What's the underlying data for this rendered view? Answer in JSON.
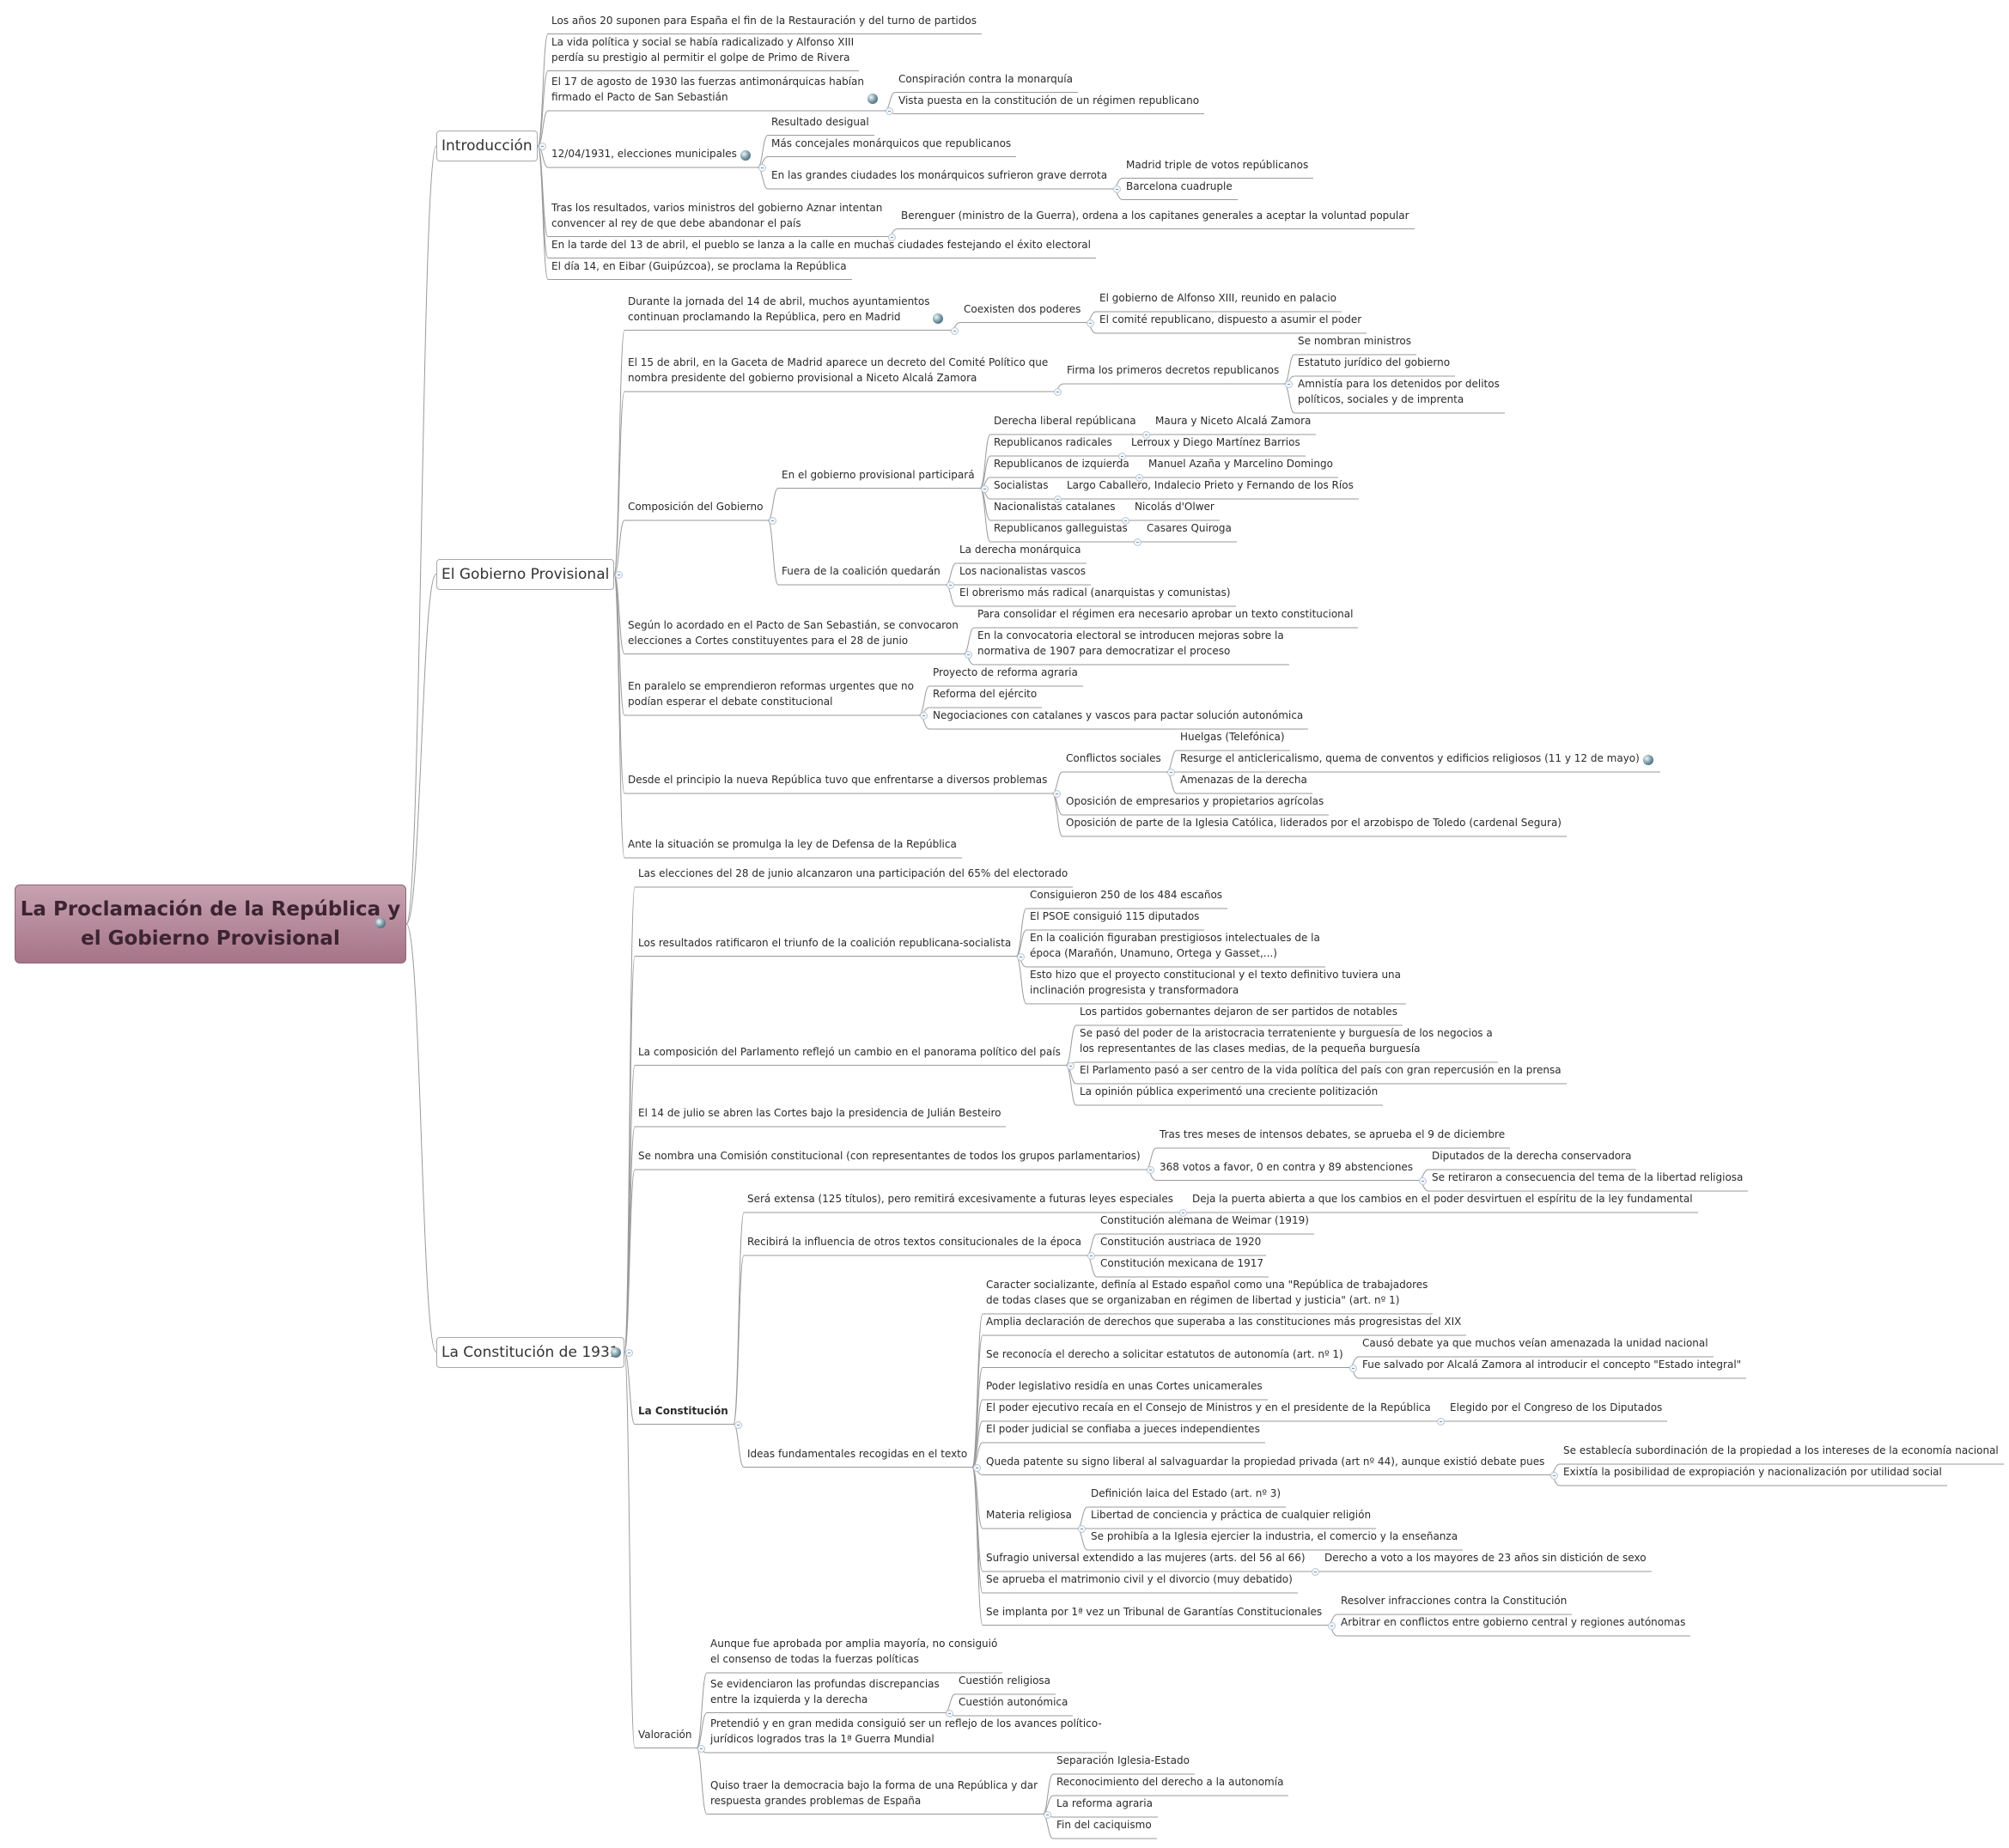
{
  "map": {
    "root": {
      "line1": "La Proclamación de la República y",
      "line2": "el Gobierno Provisional",
      "marker": "globe-marker-icon"
    },
    "colors": {
      "line": "#9a9a9a",
      "root_fill": "#b58899",
      "branch_border": "#a9a9a9",
      "toggle": "#b9c8d8"
    },
    "branches": [
      {
        "label": "Introducción",
        "children": [
          {
            "text": "Los años 20 suponen para España el fin de la Restauración y del turno de partidos"
          },
          {
            "text": "La vida política y social se había radicalizado y Alfonso XIII\nperdía su prestigio al permitir el golpe de Primo de Rivera"
          },
          {
            "text": "El 17 de agosto de 1930 las fuerzas antimonárquicas habían\nfirmado el Pacto de San Sebastián",
            "marker": true,
            "children": [
              {
                "text": "Conspiración contra la monarquía"
              },
              {
                "text": "Vista puesta en la constitución de un régimen republicano"
              }
            ]
          },
          {
            "text": "12/04/1931, elecciones municipales",
            "marker": true,
            "children": [
              {
                "text": "Resultado desigual"
              },
              {
                "text": "Más concejales monárquicos que republicanos"
              },
              {
                "text": "En las grandes ciudades los monárquicos sufrieron grave derrota",
                "children": [
                  {
                    "text": "Madrid triple de votos repúblicanos"
                  },
                  {
                    "text": "Barcelona cuadruple"
                  }
                ]
              }
            ]
          },
          {
            "text": "Tras los resultados, varios ministros del gobierno Aznar intentan\nconvencer al rey de que debe abandonar el país",
            "children": [
              {
                "text": "Berenguer (ministro de la Guerra), ordena a los capitanes generales a aceptar la voluntad popular"
              }
            ]
          },
          {
            "text": "En la tarde del 13 de abril, el pueblo se lanza a la calle en muchas ciudades festejando el éxito electoral"
          },
          {
            "text": "El día 14, en Eibar (Guipúzcoa), se proclama la República"
          }
        ]
      },
      {
        "label": "El Gobierno Provisional",
        "children": [
          {
            "text": "Durante la jornada del 14 de abril, muchos ayuntamientos\ncontinuan proclamando la República, pero en Madrid",
            "marker": true,
            "children": [
              {
                "text": "Coexisten dos poderes",
                "children": [
                  {
                    "text": "El gobierno de Alfonso XIII, reunido en palacio"
                  },
                  {
                    "text": "El comité republicano, dispuesto a asumir el poder"
                  }
                ]
              }
            ]
          },
          {
            "text": "El 15 de abril, en la Gaceta de Madrid aparece un decreto del Comité Político que\nnombra presidente del gobierno provisional a Niceto Alcalá Zamora",
            "children": [
              {
                "text": "Firma los primeros decretos republicanos",
                "children": [
                  {
                    "text": "Se nombran ministros"
                  },
                  {
                    "text": "Estatuto jurídico del gobierno"
                  },
                  {
                    "text": "Amnistía para los detenidos por delitos\npolíticos, sociales y de imprenta"
                  }
                ]
              }
            ]
          },
          {
            "text": "Composición del Gobierno",
            "children": [
              {
                "text": "En el gobierno provisional participará",
                "children": [
                  {
                    "text": "Derecha liberal repúblicana",
                    "children": [
                      {
                        "text": "Maura y Niceto Alcalá Zamora"
                      }
                    ]
                  },
                  {
                    "text": "Republicanos radicales",
                    "children": [
                      {
                        "text": "Lerroux y Diego Martínez Barrios"
                      }
                    ]
                  },
                  {
                    "text": "Republicanos de izquierda",
                    "children": [
                      {
                        "text": "Manuel Azaña y Marcelino Domingo"
                      }
                    ]
                  },
                  {
                    "text": "Socialistas",
                    "children": [
                      {
                        "text": "Largo Caballero, Indalecio Prieto y Fernando de los Ríos"
                      }
                    ]
                  },
                  {
                    "text": "Nacionalistas catalanes",
                    "children": [
                      {
                        "text": "Nicolás d'Olwer"
                      }
                    ]
                  },
                  {
                    "text": "Republicanos galleguistas",
                    "children": [
                      {
                        "text": "Casares Quiroga"
                      }
                    ]
                  }
                ]
              },
              {
                "text": "Fuera de la coalición quedarán",
                "children": [
                  {
                    "text": "La derecha monárquica"
                  },
                  {
                    "text": "Los nacionalistas vascos"
                  },
                  {
                    "text": "El obrerismo más radical (anarquistas y comunistas)"
                  }
                ]
              }
            ]
          },
          {
            "text": "Según lo acordado en el Pacto de San Sebastián, se convocaron\nelecciones a Cortes constituyentes para el 28 de junio",
            "children": [
              {
                "text": "Para consolidar el régimen era necesario aprobar un texto constitucional"
              },
              {
                "text": "En la convocatoria electoral se introducen mejoras sobre la\nnormativa de 1907 para democratizar el proceso"
              }
            ]
          },
          {
            "text": "En paralelo se emprendieron reformas urgentes  que no\npodían esperar el debate constitucional",
            "children": [
              {
                "text": "Proyecto de reforma agraria"
              },
              {
                "text": "Reforma del ejército"
              },
              {
                "text": "Negociaciones con catalanes y vascos para pactar solución autonómica"
              }
            ]
          },
          {
            "text": "Desde el principio la nueva República tuvo que enfrentarse a diversos problemas",
            "children": [
              {
                "text": "Conflictos sociales",
                "children": [
                  {
                    "text": "Huelgas (Telefónica)"
                  },
                  {
                    "text": "Resurge el anticlericalismo, quema de conventos y edificios religiosos (11 y 12 de mayo)",
                    "marker": true
                  },
                  {
                    "text": "Amenazas de la derecha"
                  }
                ]
              },
              {
                "text": "Oposición de empresarios y propietarios agrícolas"
              },
              {
                "text": "Oposición de parte de la Iglesia Católica, liderados por el arzobispo de Toledo (cardenal Segura)"
              }
            ]
          },
          {
            "text": "Ante la situación se promulga la ley de Defensa de la República"
          }
        ]
      },
      {
        "label": "La Constitución de 1931",
        "children": [
          {
            "text": "Las elecciones del 28 de junio alcanzaron una participación del 65% del electorado"
          },
          {
            "text": "Los resultados ratificaron el triunfo de la coalición republicana-socialista",
            "children": [
              {
                "text": "Consiguieron 250 de los 484 escaños"
              },
              {
                "text": "El PSOE consiguió 115 diputados"
              },
              {
                "text": "En la coalición figuraban prestigiosos intelectuales de la\népoca (Marañón, Unamuno, Ortega y Gasset,...)"
              },
              {
                "text": "Esto hizo que el proyecto constitucional y el texto definitivo tuviera una\ninclinación progresista y transformadora"
              }
            ]
          },
          {
            "text": "La composición del Parlamento reflejó un cambio en el panorama político del país",
            "children": [
              {
                "text": "Los partidos gobernantes dejaron de ser partidos de notables"
              },
              {
                "text": "Se pasó del poder de la aristocracia terrateniente y burguesía de los negocios a\nlos representantes de las clases medias, de la pequeña burguesía"
              },
              {
                "text": "El Parlamento pasó a ser centro de la vida política del país con gran repercusión en la prensa"
              },
              {
                "text": "La opinión pública experimentó una creciente politización"
              }
            ]
          },
          {
            "text": "El 14 de julio se abren las Cortes bajo la presidencia de Julián Besteiro"
          },
          {
            "text": "Se nombra una Comisión constitucional (con representantes de todos los grupos parlamentarios)",
            "children": [
              {
                "text": "Tras tres meses de intensos debates, se aprueba el 9 de diciembre"
              },
              {
                "text": "368 votos a favor, 0 en contra y 89 abstenciones",
                "children": [
                  {
                    "text": "Diputados de la derecha conservadora"
                  },
                  {
                    "text": "Se retiraron a consecuencia del tema de la libertad religiosa"
                  }
                ]
              }
            ]
          },
          {
            "text": "La Constitución",
            "bold": true,
            "children": [
              {
                "text": "Será extensa (125 títulos), pero remitirá excesivamente a futuras leyes especiales",
                "children": [
                  {
                    "text": "Deja la puerta abierta a que los cambios en el poder desvirtuen el espíritu de la ley fundamental"
                  }
                ]
              },
              {
                "text": "Recibirá la influencia de otros textos consitucionales de la época",
                "children": [
                  {
                    "text": "Constitución alemana de Weimar (1919)"
                  },
                  {
                    "text": "Constitución austriaca de 1920"
                  },
                  {
                    "text": "Constitución mexicana de 1917"
                  }
                ]
              },
              {
                "text": "Ideas fundamentales recogidas en el texto",
                "children": [
                  {
                    "text": "Caracter socializante, definía al Estado español como una \"República de trabajadores\nde todas clases que se organizaban en régimen de libertad y justicia\" (art. nº 1)"
                  },
                  {
                    "text": "Amplia declaración de derechos que superaba a las constituciones más progresistas del XIX"
                  },
                  {
                    "text": "Se reconocía el derecho a solicitar estatutos de autonomía (art. nº 1)",
                    "children": [
                      {
                        "text": "Causó debate ya que muchos veían amenazada la unidad nacional"
                      },
                      {
                        "text": "Fue salvado por Alcalá Zamora al introducir el concepto \"Estado integral\""
                      }
                    ]
                  },
                  {
                    "text": "Poder legislativo residía en unas Cortes unicamerales"
                  },
                  {
                    "text": "El poder ejecutivo recaía en el Consejo de Ministros y en el presidente de la República",
                    "children": [
                      {
                        "text": "Elegido por el Congreso de los Diputados"
                      }
                    ]
                  },
                  {
                    "text": "El poder judicial se confiaba a jueces independientes"
                  },
                  {
                    "text": "Queda patente su signo liberal al salvaguardar la propiedad privada (art nº 44), aunque existió debate pues",
                    "children": [
                      {
                        "text": "Se establecía subordinación de la propiedad a los intereses de la economía nacional"
                      },
                      {
                        "text": "Exixtía la posibilidad de expropiación y nacionalización por utilidad social"
                      }
                    ]
                  },
                  {
                    "text": "Materia religiosa",
                    "children": [
                      {
                        "text": "Definición laica del Estado (art. nº 3)"
                      },
                      {
                        "text": "Libertad de conciencia y práctica de cualquier religión"
                      },
                      {
                        "text": "Se prohibía a la Iglesia ejercier la industria, el comercio y la enseñanza"
                      }
                    ]
                  },
                  {
                    "text": "Sufragio universal extendido a las mujeres (arts. del 56 al 66)",
                    "children": [
                      {
                        "text": "Derecho a voto a los mayores de 23 años sin distición de sexo"
                      }
                    ]
                  },
                  {
                    "text": "Se aprueba el matrimonio civil y el divorcio (muy debatido)"
                  },
                  {
                    "text": "Se implanta por 1ª vez un Tribunal de Garantías Constitucionales",
                    "children": [
                      {
                        "text": "Resolver infracciones contra la Constitución"
                      },
                      {
                        "text": "Arbitrar en conflictos entre gobierno central y regiones autónomas"
                      }
                    ]
                  }
                ]
              }
            ]
          },
          {
            "text": "Valoración",
            "children": [
              {
                "text": "Aunque fue aprobada por amplia mayoría, no consiguió\nel consenso de todas la fuerzas políticas"
              },
              {
                "text": "Se evidenciaron las profundas discrepancias\nentre la izquierda y la derecha",
                "children": [
                  {
                    "text": "Cuestión religiosa"
                  },
                  {
                    "text": "Cuestión autonómica"
                  }
                ]
              },
              {
                "text": "Pretendió y en gran medida consiguió ser un reflejo de los avances político-\njurídicos logrados tras la 1ª Guerra Mundial"
              },
              {
                "text": "Quiso traer la democracia bajo la forma de una República y dar\nrespuesta grandes problemas de España",
                "children": [
                  {
                    "text": "Separación Iglesia-Estado"
                  },
                  {
                    "text": "Reconocimiento del derecho a la autonomía"
                  },
                  {
                    "text": "La reforma agraria"
                  },
                  {
                    "text": "Fin del caciquismo"
                  }
                ]
              }
            ]
          }
        ]
      }
    ]
  }
}
